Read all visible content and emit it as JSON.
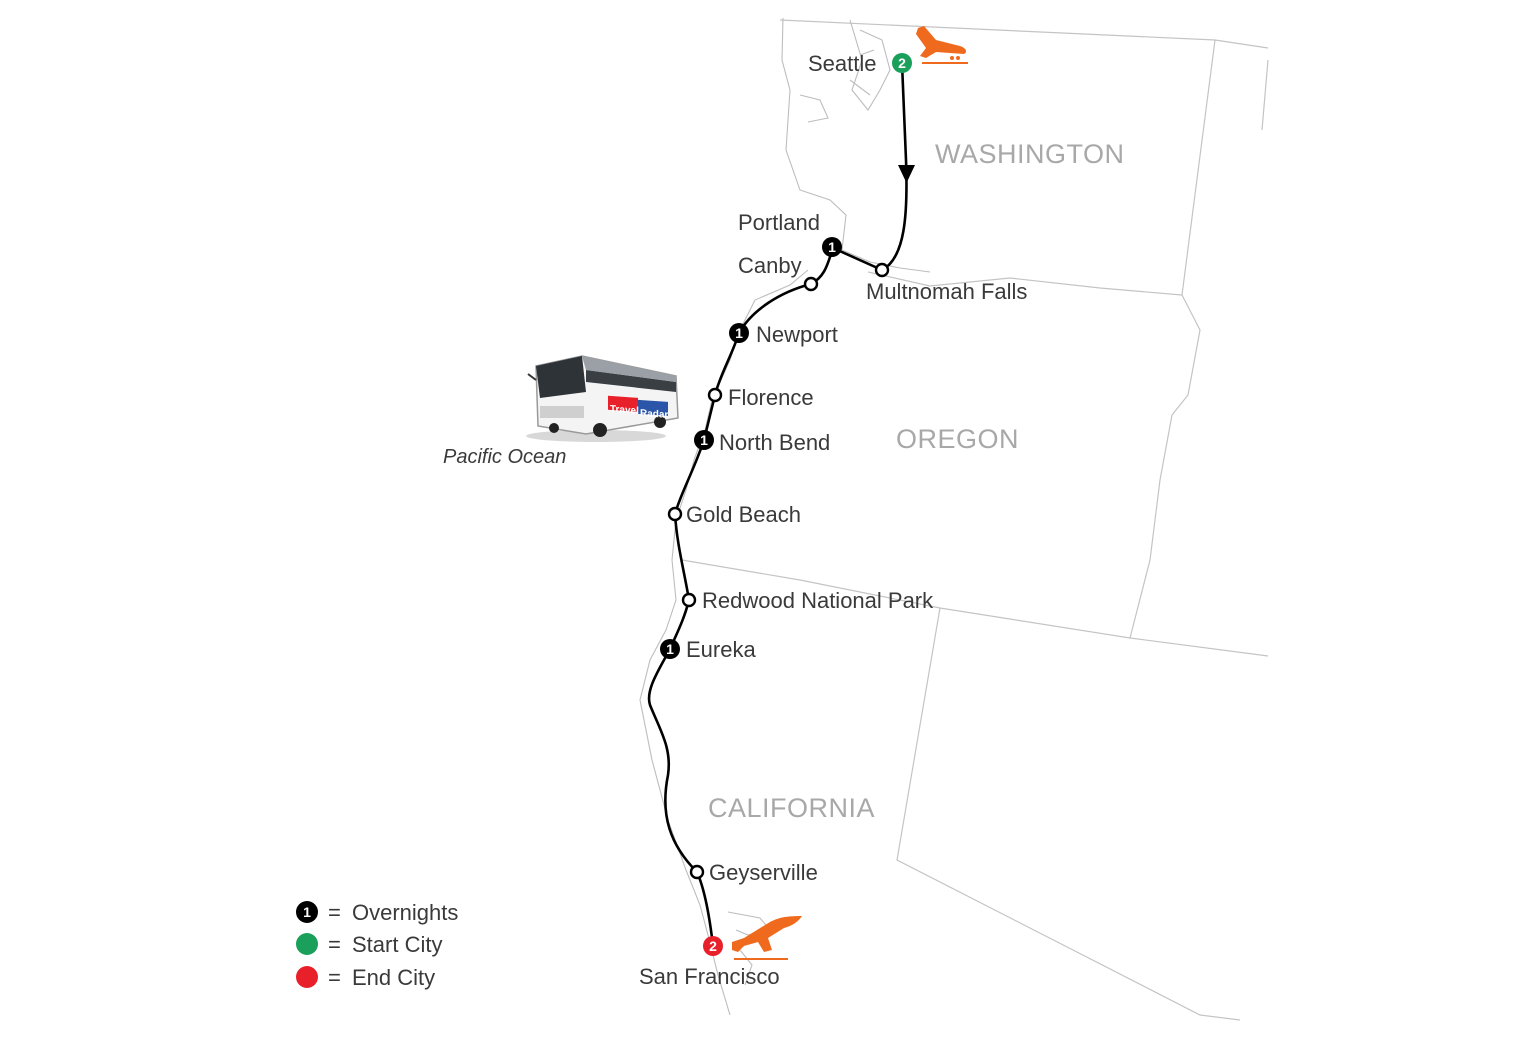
{
  "map": {
    "states": {
      "washington": "WASHINGTON",
      "oregon": "OREGON",
      "california": "CALIFORNIA"
    },
    "ocean_label": "Pacific Ocean",
    "bus_brand": {
      "part1": "Travel",
      "part2": "Radar"
    },
    "cities": {
      "seattle": {
        "label": "Seattle",
        "badge": "2"
      },
      "portland": {
        "label": "Portland",
        "badge": "1"
      },
      "multnomah": {
        "label": "Multnomah Falls"
      },
      "canby": {
        "label": "Canby"
      },
      "newport": {
        "label": "Newport",
        "badge": "1"
      },
      "florence": {
        "label": "Florence"
      },
      "northbend": {
        "label": "North Bend",
        "badge": "1"
      },
      "goldbeach": {
        "label": "Gold Beach"
      },
      "redwood": {
        "label": "Redwood National Park"
      },
      "eureka": {
        "label": "Eureka",
        "badge": "1"
      },
      "geyserville": {
        "label": "Geyserville"
      },
      "sanfrancisco": {
        "label": "San Francisco",
        "badge": "2"
      }
    }
  },
  "legend": {
    "overnights": {
      "badge": "1",
      "label": "Overnights"
    },
    "start": {
      "label": "Start City"
    },
    "end": {
      "label": "End City"
    },
    "eq": "="
  },
  "colors": {
    "start": "#1aa05a",
    "end": "#e8202a",
    "plane": "#f06a1e",
    "route": "#000000",
    "state_label": "#a8a8a8"
  },
  "icons": [
    "airplane-icon",
    "bus-icon",
    "route-arrow-icon"
  ]
}
